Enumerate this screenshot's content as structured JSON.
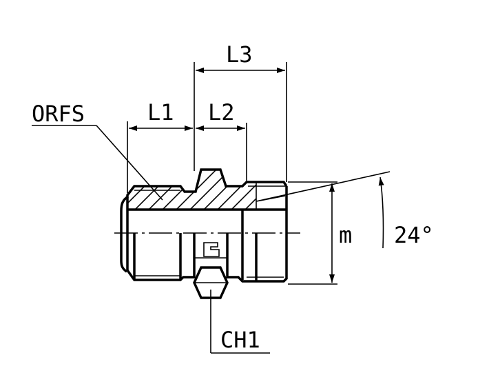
{
  "labels": {
    "orfs": "ORFS",
    "l1": "L1",
    "l2": "L2",
    "l3": "L3",
    "m": "m",
    "angle": "24°",
    "ch1": "CH1"
  }
}
